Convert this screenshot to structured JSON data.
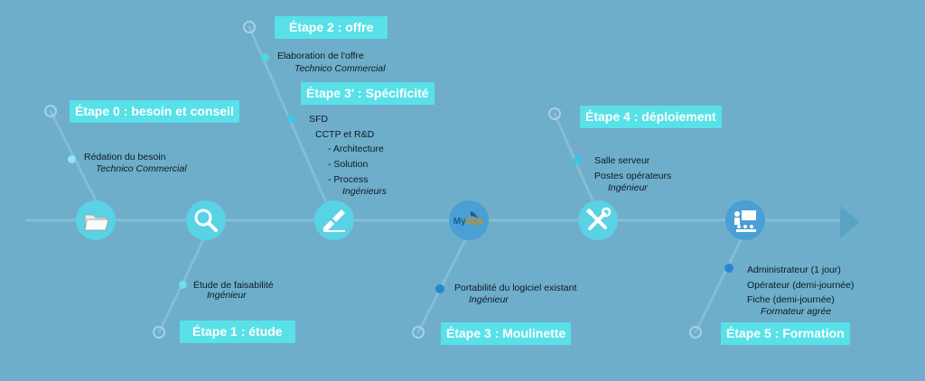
{
  "stages": {
    "s0": "Étape 0 : besoin et conseil",
    "s1": "Étape 1 : étude",
    "s2": "Étape 2 : offre",
    "s3p": "Étape 3' : Spécificité",
    "s3": "Étape 3 : Moulinette",
    "s4": "Étape 4 : déploiement",
    "s5": "Étape 5 : Formation"
  },
  "notes": {
    "s0_line1": "Rédation du besoin",
    "s0_role": "Technico Commercial",
    "s1_line1": "Étude de faisabilité",
    "s1_role": "Ingénieur",
    "s2_line1": "Elaboration de l'offre",
    "s2_role": "Technico Commercial",
    "s3p_sfd": "SFD",
    "s3p_cctp": "CCTP et R&D",
    "s3p_arch": "-  Architecture",
    "s3p_sol": "- Solution",
    "s3p_proc": "- Process",
    "s3p_role": "Ingénieurs",
    "s3_line1": "Portabilité du logiciel existant",
    "s3_role": "Ingénieur",
    "s4_line1": "Salle serveur",
    "s4_line2": "Postes opérateurs",
    "s4_role": "Ingénieur",
    "s5_line1": "Administrateur (1 jour)",
    "s5_line2": "Opérateur (demi-journée)",
    "s5_line3": "Fiche (demi-journée)",
    "s5_role": "Formateur agrée"
  },
  "icons": {
    "n0": "folder-icon",
    "n1": "magnifier-icon",
    "n2": "pen-tablet-icon",
    "n3": "mysql-dolphin-icon",
    "n4": "tools-icon",
    "n5": "training-icon"
  },
  "colors": {
    "background": "#6eaecb",
    "badge": "#58e1e8",
    "node": "#5ad2e5",
    "line": "#7fb9d3",
    "arrow": "#5aa3c3"
  }
}
